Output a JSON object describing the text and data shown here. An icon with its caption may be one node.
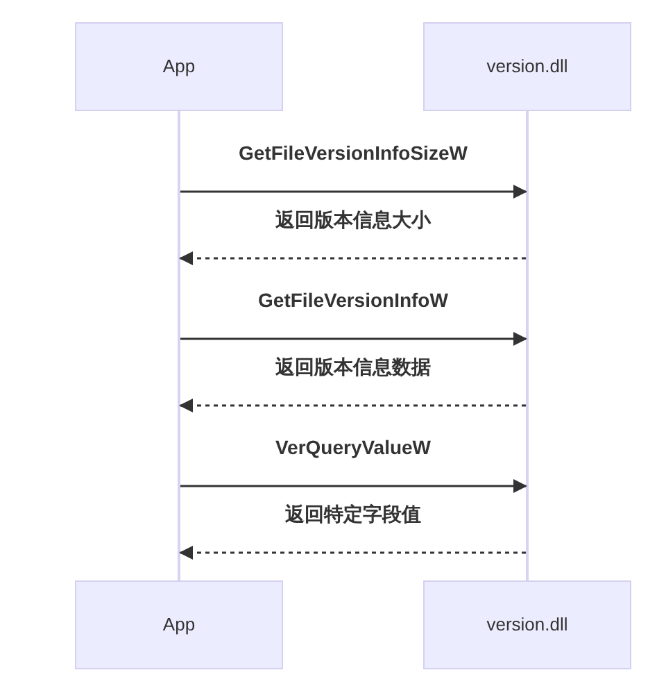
{
  "diagram": {
    "nodes": [
      {
        "text": [
          "App"
        ]
      },
      {
        "text": [
          "version.dll"
        ]
      },
      {
        "text": [
          "App"
        ]
      },
      {
        "text": [
          "version.dll"
        ]
      },
      {
        "text": [],
        "shape": "bar"
      },
      {
        "text": [],
        "shape": "bar"
      }
    ],
    "edges": [
      {
        "from": 4,
        "to": 5,
        "arrow": "to",
        "label": "GetFileVersionInfoSizeW"
      },
      {
        "from": 5,
        "to": 4,
        "arrow": "to",
        "label": "返回版本信息大小",
        "style": "dashed"
      },
      {
        "from": 4,
        "to": 5,
        "arrow": "to",
        "label": "GetFileVersionInfoW"
      },
      {
        "from": 5,
        "to": 4,
        "arrow": "to",
        "label": "返回版本信息数据",
        "style": "dashed"
      },
      {
        "from": 4,
        "to": 5,
        "arrow": "to",
        "label": "VerQueryValueW"
      },
      {
        "from": 5,
        "to": 4,
        "arrow": "to",
        "label": "返回特定字段值",
        "style": "dashed"
      }
    ]
  }
}
